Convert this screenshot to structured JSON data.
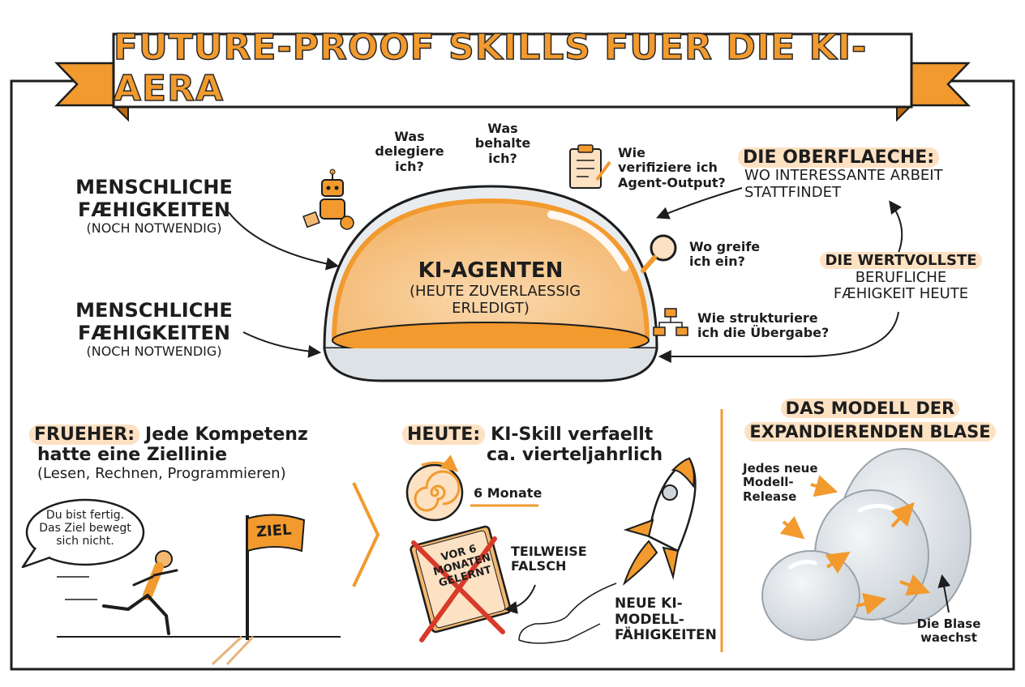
{
  "title": "FUTURE-PROOF SKILLS FUER DIE KI-AERA",
  "dome": {
    "heading": "KI-AGENTEN",
    "sub_line1": "(HEUTE ZUVERLAESSIG",
    "sub_line2": "ERLEDIGT)"
  },
  "left_labels": [
    {
      "line1": "MENSCHLICHE",
      "line2": "FÆHIGKEITEN",
      "line3": "(NOCH NOTWENDIG)"
    },
    {
      "line1": "MENSCHLICHE",
      "line2": "FÆHIGKEITEN",
      "line3": "(NOCH NOTWENDIG)"
    }
  ],
  "questions": {
    "delegate": {
      "line1": "Was",
      "line2": "delegiere",
      "line3": "ich?"
    },
    "keep": {
      "line1": "Was",
      "line2": "behalte",
      "line3": "ich?"
    },
    "verify": {
      "line1": "Wie",
      "line2": "verifiziere ich",
      "line3": "Agent-Output?"
    },
    "intervene": {
      "line1": "Wo greife",
      "line2": "ich ein?"
    },
    "handover": {
      "line1": "Wie strukturiere",
      "line2": "ich die Übergabe?"
    }
  },
  "surface": {
    "heading": "DIE OBERFLAECHE:",
    "line1": "WO INTERESSANTE ARBEIT",
    "line2": "STATTFINDET"
  },
  "valuable": {
    "heading": "DIE WERTVOLLSTE",
    "line1": "BERUFLICHE",
    "line2": "FÆHIGKEIT HEUTE"
  },
  "past": {
    "label": "FRUEHER:",
    "line1": "Jede Kompetenz",
    "line2": "hatte eine Ziellinie",
    "line3": "(Lesen, Rechnen, Programmieren)",
    "bubble_line1": "Du bist fertig.",
    "bubble_line2": "Das Ziel bewegt",
    "bubble_line3": "sich nicht.",
    "flag": "ZIEL"
  },
  "today": {
    "label": "HEUTE:",
    "line1": "KI-Skill verfaellt",
    "line2": "ca. vierteljahrlich",
    "months": "6 Monate",
    "note_line1": "VOR 6",
    "note_line2": "MONATEN",
    "note_line3": "GELERNT",
    "wrong_line1": "TEILWEISE",
    "wrong_line2": "FALSCH",
    "rocket_line1": "NEUE KI-",
    "rocket_line2": "MODELL-",
    "rocket_line3": "FÄHIGKEITEN"
  },
  "bubble_model": {
    "heading_line1": "DAS MODELL DER",
    "heading_line2": "EXPANDIERENDEN BLASE",
    "release_line1": "Jedes neue",
    "release_line2": "Modell-",
    "release_line3": "Release",
    "grows_line1": "Die Blase",
    "grows_line2": "waechst"
  },
  "colors": {
    "accent": "#f29a2e",
    "highlight": "#fde1c3",
    "ink": "#1d1d1d"
  },
  "icons": [
    "robot-icon",
    "clipboard-icon",
    "magnifier-icon",
    "flowchart-icon",
    "spiral-clock-icon",
    "rocket-icon",
    "notebook-icon",
    "runner-icon",
    "flag-icon",
    "bubble-icon"
  ]
}
